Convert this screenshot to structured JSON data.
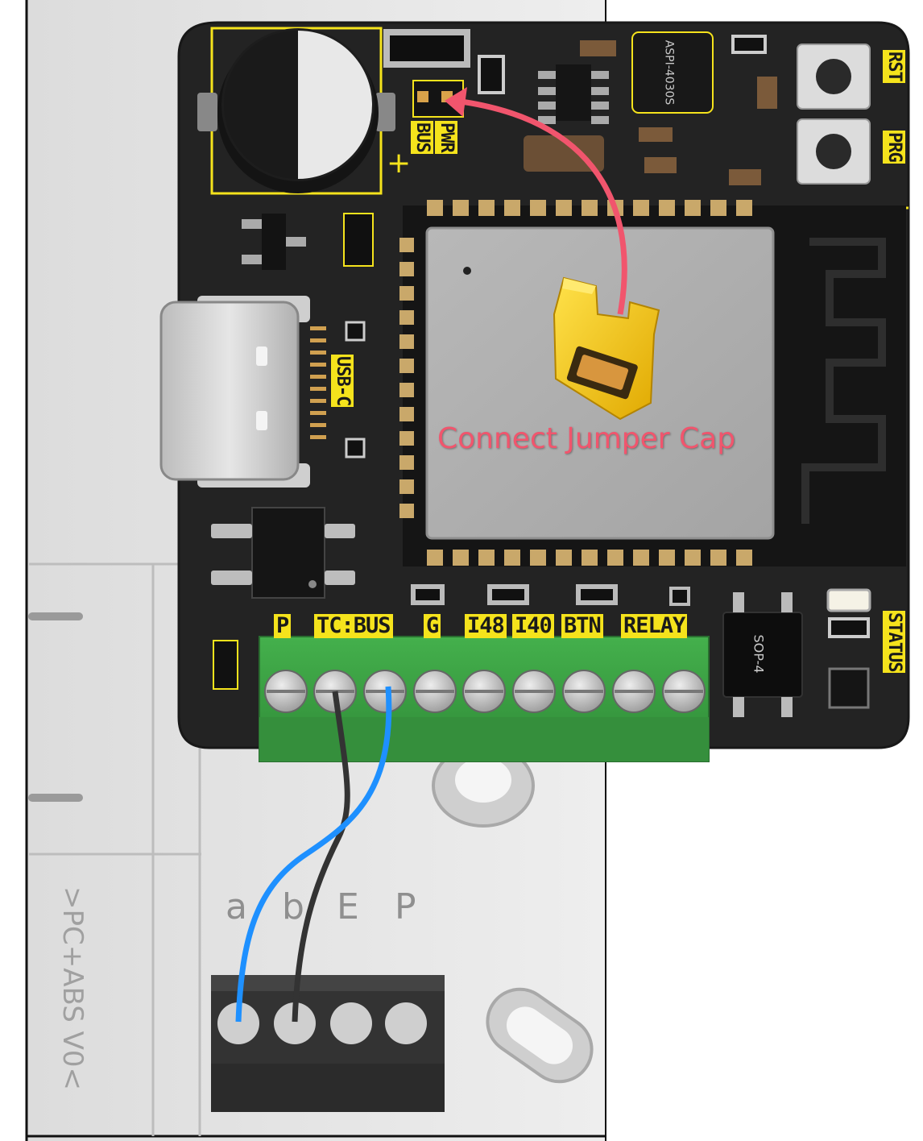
{
  "board_labels": {
    "bus_pwr": [
      "BUS",
      "PWR"
    ],
    "rst": "RST",
    "prg": "PRG",
    "usb_c": "USB-C",
    "status": "STATUS"
  },
  "terminal_labels": [
    "P",
    "TC:BUS",
    "G",
    "I48",
    "I40",
    "BTN",
    "RELAY"
  ],
  "chip_markings": {
    "inductor": "ASPI-4030S",
    "ssr": "SOP-4"
  },
  "annotation": {
    "text": "Connect Jumper Cap",
    "color": "#f1556d"
  },
  "base_unit": {
    "terminal_letters": [
      "a",
      "b",
      "E",
      "P"
    ],
    "embossed_text": ">PC+ABS V0<"
  },
  "wires": {
    "bus_a_color": "#1e90ff",
    "bus_b_color": "#333333"
  },
  "colors": {
    "pcb": "#222222",
    "silkscreen": "#f5e31c",
    "terminal_block": "#3aa043",
    "jumper_cap": "#f5c400"
  }
}
